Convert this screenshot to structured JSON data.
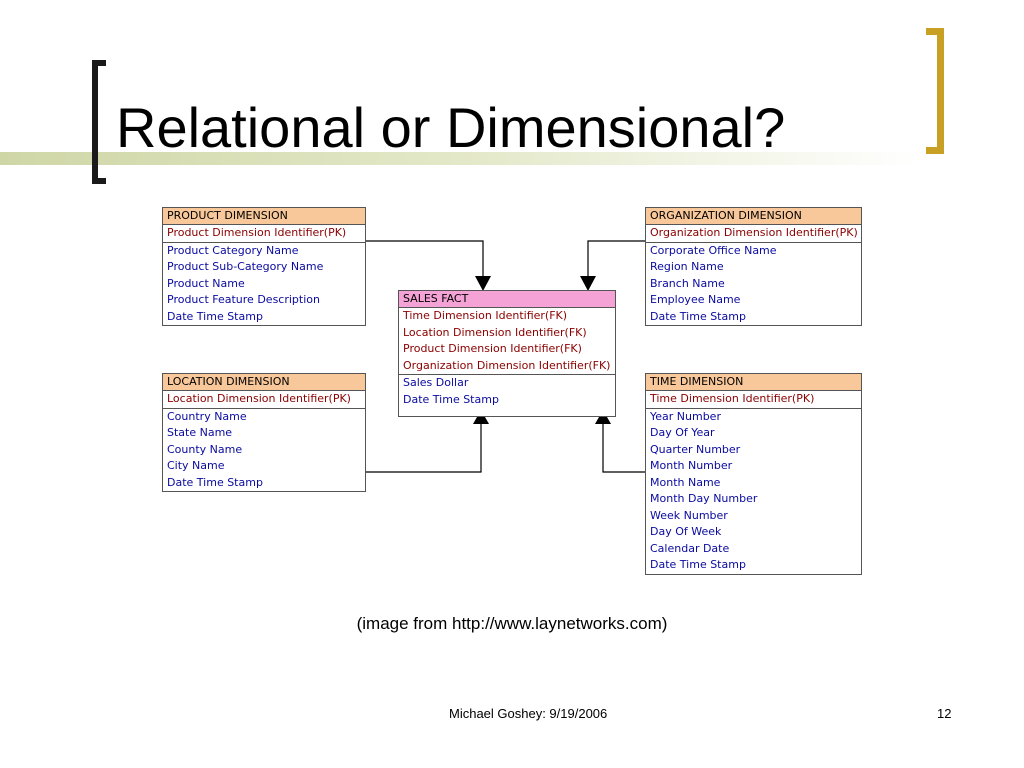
{
  "slide": {
    "title": "Relational or Dimensional?",
    "caption": "(image from http://www.laynetworks.com)",
    "footer_author": "Michael Goshey: 9/19/2006",
    "page_number": "12"
  },
  "tables": {
    "product": {
      "header": "PRODUCT DIMENSION",
      "pk": "Product Dimension Identifier(PK)",
      "attrs": [
        "Product Category Name",
        "Product Sub-Category Name",
        "Product Name",
        "Product Feature Description",
        "Date Time Stamp"
      ]
    },
    "organization": {
      "header": "ORGANIZATION DIMENSION",
      "pk": "Organization Dimension Identifier(PK)",
      "attrs": [
        "Corporate Office Name",
        "Region Name",
        "Branch Name",
        "Employee Name",
        "Date Time Stamp"
      ]
    },
    "sales": {
      "header": "SALES FACT",
      "fks": [
        "Time Dimension Identifier(FK)",
        "Location Dimension Identifier(FK)",
        "Product Dimension Identifier(FK)",
        "Organization Dimension Identifier(FK)"
      ],
      "attrs": [
        "Sales Dollar",
        "Date Time Stamp"
      ]
    },
    "location": {
      "header": "LOCATION DIMENSION",
      "pk": "Location Dimension Identifier(PK)",
      "attrs": [
        "Country Name",
        "State Name",
        "County Name",
        "City Name",
        "Date Time Stamp"
      ]
    },
    "time": {
      "header": "TIME DIMENSION",
      "pk": "Time Dimension Identifier(PK)",
      "attrs": [
        "Year Number",
        "Day Of Year",
        "Quarter Number",
        "Month Number",
        "Month Name",
        "Month Day Number",
        "Week Number",
        "Day Of Week",
        "Calendar Date",
        "Date Time Stamp"
      ]
    }
  },
  "colors": {
    "dimension_header": "#f9c89a",
    "fact_header": "#f5a3d6",
    "key_text": "#8b0000",
    "attribute_text": "#0a0aa0",
    "right_bracket": "#c8a023"
  }
}
